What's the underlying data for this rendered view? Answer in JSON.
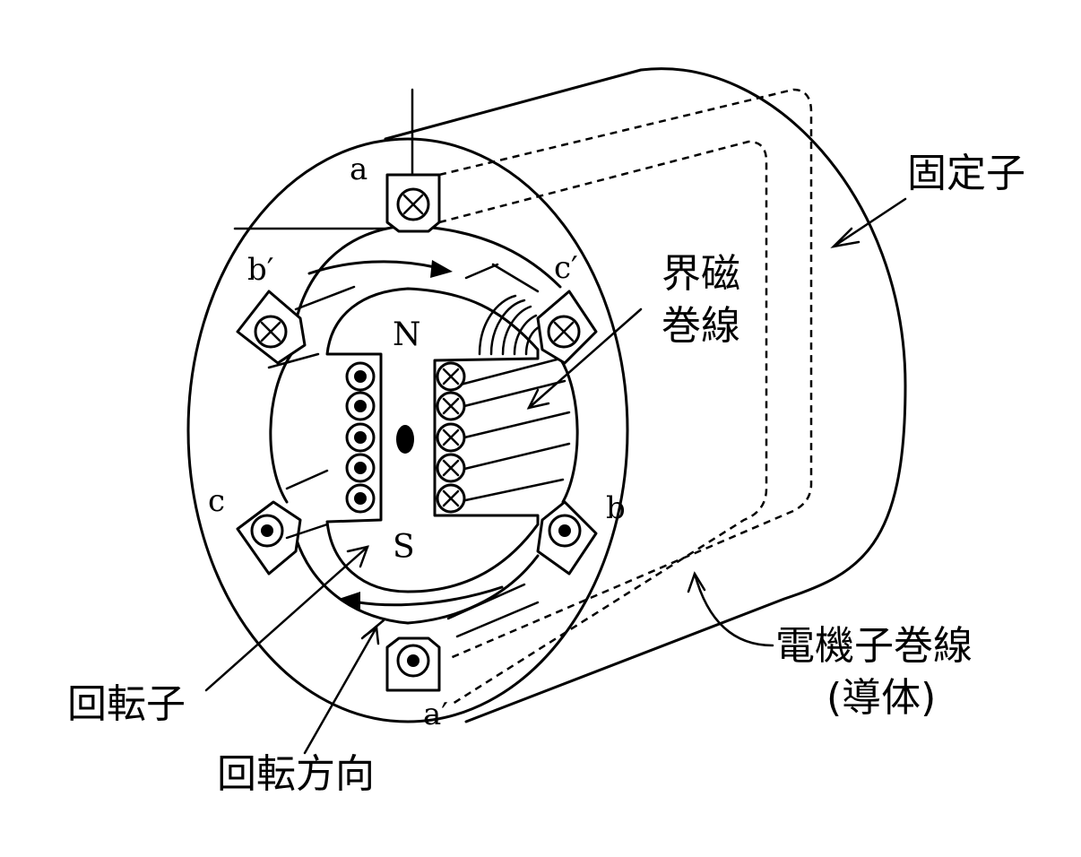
{
  "labels": {
    "phase_a": "a",
    "phase_a_prime": "a′",
    "phase_b": "b",
    "phase_b_prime": "b′",
    "phase_c": "c",
    "phase_c_prime": "c′",
    "pole_n": "N",
    "pole_s": "S",
    "stator": "固定子",
    "field_winding_line1": "界磁",
    "field_winding_line2": "巻線",
    "armature_winding_line1": "電機子巻線",
    "armature_winding_line2": "(導体)",
    "rotor": "回転子",
    "rotation_direction": "回転方向"
  },
  "symbols": {
    "into_page": "cross-in-circle-icon",
    "out_of_page": "dot-in-circle-icon"
  }
}
